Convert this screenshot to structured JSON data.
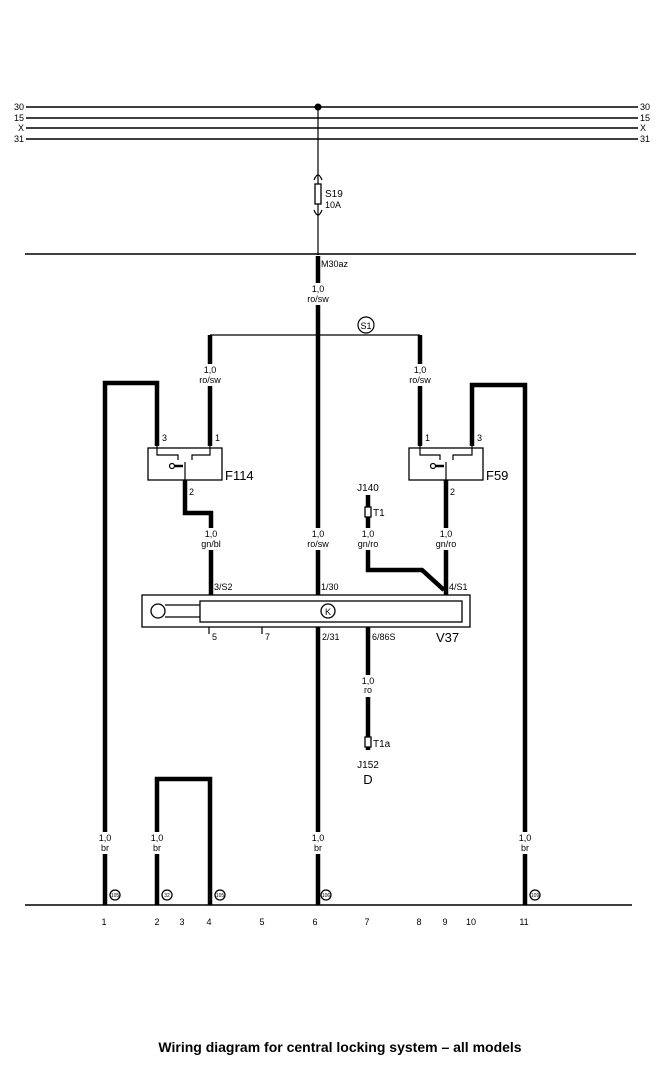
{
  "bus_lines": {
    "l30": "30",
    "l15": "15",
    "lx": "X",
    "l31": "31"
  },
  "fuse": {
    "id": "S19",
    "rating": "10A"
  },
  "connector_m": "M30az",
  "splice": "S1",
  "wires": {
    "main_top": {
      "size": "1,0",
      "color": "ro/sw"
    },
    "f114_in": {
      "size": "1,0",
      "color": "ro/sw"
    },
    "f59_in": {
      "size": "1,0",
      "color": "ro/sw"
    },
    "f114_out": {
      "size": "1,0",
      "color": "gn/bl"
    },
    "main_mid": {
      "size": "1,0",
      "color": "ro/sw"
    },
    "j140": {
      "size": "1,0",
      "color": "gn/ro"
    },
    "f59_out": {
      "size": "1,0",
      "color": "gn/ro"
    },
    "j152": {
      "size": "1,0",
      "color": "ro"
    },
    "g1": {
      "size": "1,0",
      "color": "br"
    },
    "g2": {
      "size": "1,0",
      "color": "br"
    },
    "g6": {
      "size": "1,0",
      "color": "br"
    },
    "g11": {
      "size": "1,0",
      "color": "br"
    }
  },
  "components": {
    "f114": {
      "id": "F114",
      "pin_a": "3",
      "pin_b": "1",
      "pin_c": "2"
    },
    "f59": {
      "id": "F59",
      "pin_a": "1",
      "pin_b": "3",
      "pin_c": "2"
    },
    "j140": {
      "id": "J140",
      "conn": "T1"
    },
    "j152": {
      "id": "J152",
      "sub": "D",
      "conn": "T1a"
    },
    "v37": {
      "id": "V37",
      "center": "K",
      "pins": [
        "3/S2",
        "1/30",
        "4/S1",
        "5",
        "7",
        "2/31",
        "6/86S"
      ]
    }
  },
  "grounds": [
    "105",
    "32",
    "105",
    "106",
    "109"
  ],
  "tracks": [
    "1",
    "2",
    "3",
    "4",
    "5",
    "6",
    "7",
    "8",
    "9",
    "10",
    "11"
  ],
  "caption": "Wiring diagram for central locking system – all models"
}
